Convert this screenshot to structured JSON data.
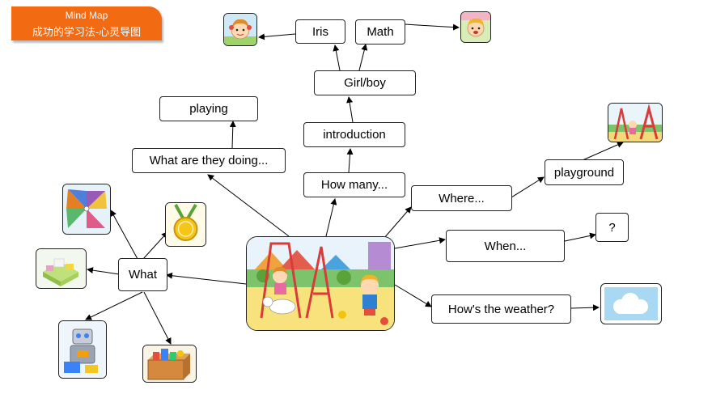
{
  "banner": {
    "title": "Mind Map",
    "subtitle": "成功的学习法-心灵导图",
    "color": "#f26a12"
  },
  "nodes": {
    "iris": "Iris",
    "math": "Math",
    "girl_boy": "Girl/boy",
    "introduction": "introduction",
    "how_many": "How many...",
    "playing": "playing",
    "what_doing": "What are they doing...",
    "where": "Where...",
    "playground": "playground",
    "when": "When...",
    "question": "?",
    "weather": "How's the weather?",
    "what": "What"
  },
  "images": [
    "girl-face-icon",
    "boy-face-icon",
    "playground-slide-icon",
    "pinwheel-icon",
    "medal-icon",
    "blocks-icon",
    "robot-toy-icon",
    "toy-box-icon",
    "cloud-icon",
    "central-playground-scene"
  ]
}
